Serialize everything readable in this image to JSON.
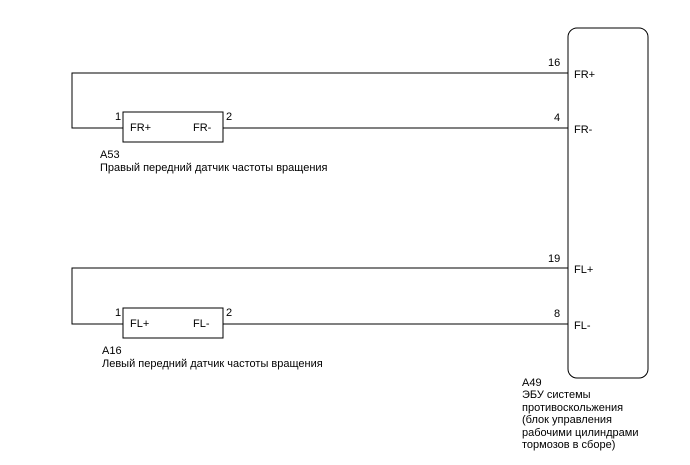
{
  "sensor_right": {
    "id": "A53",
    "name": "Правый передний датчик частоты вращения",
    "pin1": {
      "num": "1",
      "label": "FR+"
    },
    "pin2": {
      "num": "2",
      "label": "FR-"
    }
  },
  "sensor_left": {
    "id": "A16",
    "name": "Левый передний датчик частоты вращения",
    "pin1": {
      "num": "1",
      "label": "FL+"
    },
    "pin2": {
      "num": "2",
      "label": "FL-"
    }
  },
  "ecu": {
    "id": "A49",
    "name_lines": [
      "ЭБУ системы",
      "противоскольжения",
      "(блок управления",
      "рабочими цилиндрами",
      "тормозов в сборе)"
    ],
    "pins": [
      {
        "num": "16",
        "label": "FR+"
      },
      {
        "num": "4",
        "label": "FR-"
      },
      {
        "num": "19",
        "label": "FL+"
      },
      {
        "num": "8",
        "label": "FL-"
      }
    ]
  }
}
